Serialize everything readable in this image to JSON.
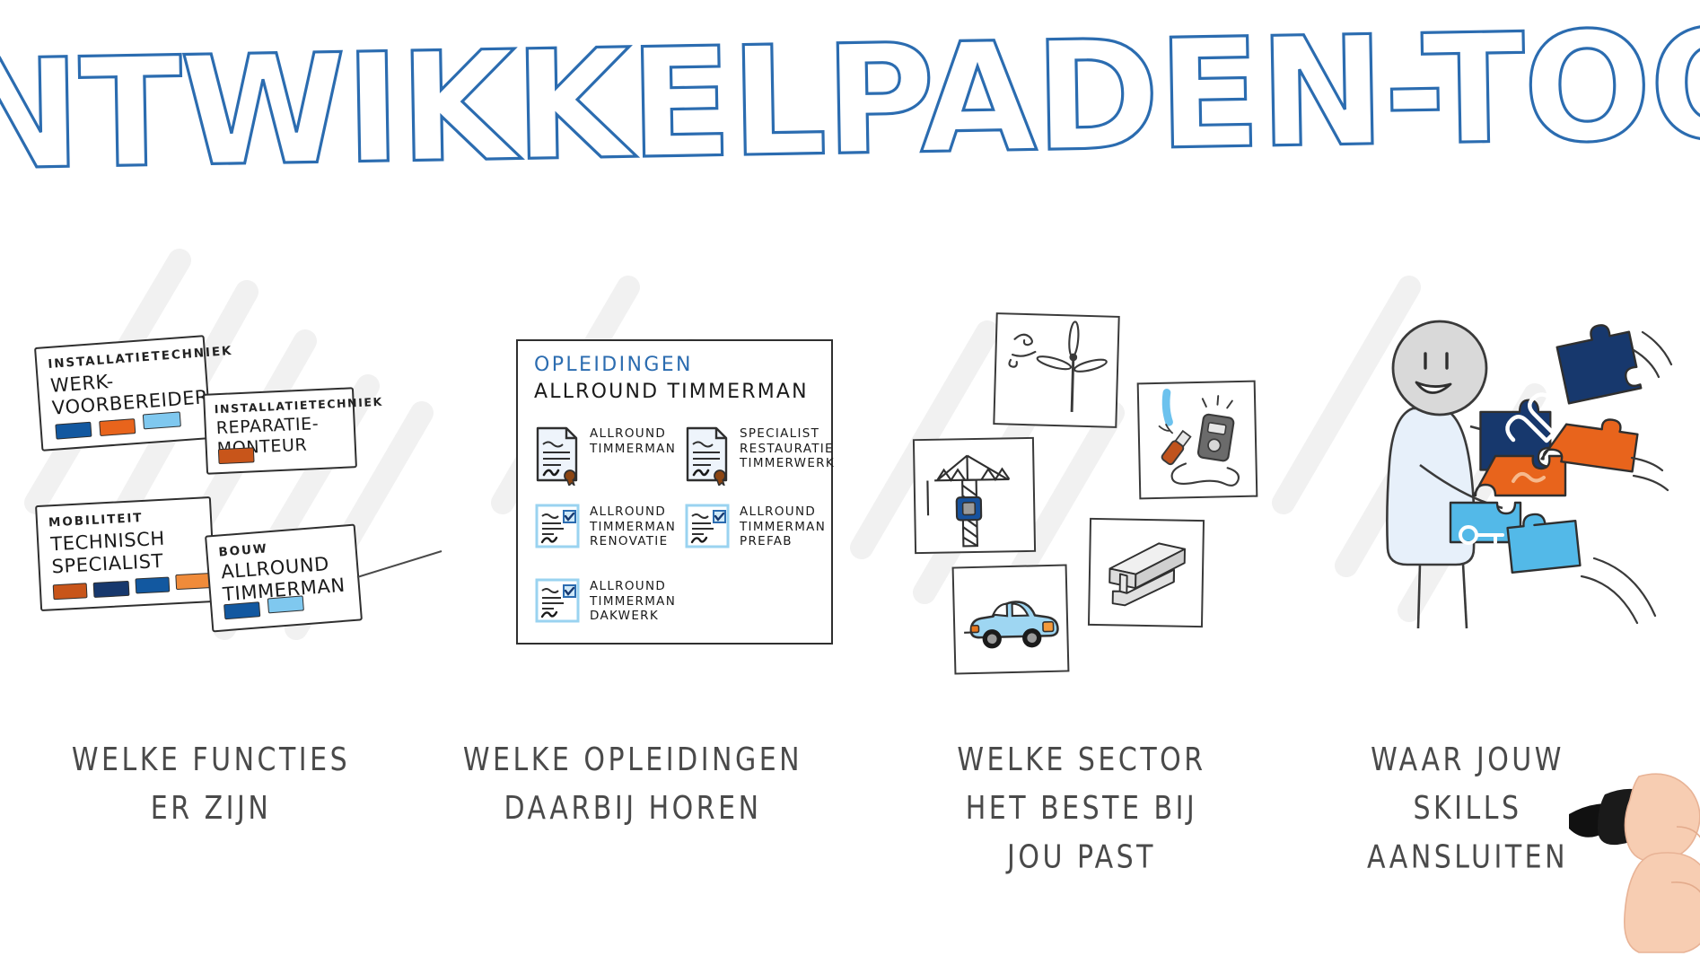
{
  "page": {
    "title": "ONTWIKKELPADEN-TOOL",
    "background_color": "#ffffff",
    "accent_blue": "#2b6cb0",
    "accent_orange": "#e8641c",
    "accent_navy": "#1b3a6b",
    "accent_lightblue": "#7fc8ef"
  },
  "columns": [
    {
      "caption": "WELKE FUNCTIES\nER ZIJN"
    },
    {
      "caption": "WELKE OPLEIDINGEN\nDAARBIJ HOREN"
    },
    {
      "caption": "WELKE SECTOR\nHET BESTE BIJ\nJOU PAST"
    },
    {
      "caption": "WAAR JOUW\nSKILLS\nAANSLUITEN"
    }
  ],
  "function_cards": [
    {
      "sector": "INSTALLATIETECHNIEK",
      "role": "WERK-\nVOORBEREIDER",
      "tags": [
        "#1258a0",
        "#e8641c",
        "#7fc8ef"
      ]
    },
    {
      "sector": "INSTALLATIETECHNIEK",
      "role": "REPARATIE-\nMONTEUR",
      "tags": [
        "#c8551a"
      ]
    },
    {
      "sector": "MOBILITEIT",
      "role": "TECHNISCH\nSPECIALIST",
      "tags": [
        "#c8551a",
        "#17386d",
        "#1258a0",
        "#f08b3a"
      ]
    },
    {
      "sector": "BOUW",
      "role": "ALLROUND\nTIMMERMAN",
      "tags": [
        "#1258a0",
        "#7fc8ef"
      ]
    }
  ],
  "opleidingen_panel": {
    "title": "OPLEIDINGEN",
    "subtitle": "ALLROUND TIMMERMAN",
    "courses": [
      {
        "label": "ALLROUND\nTIMMERMAN",
        "icon": "diploma-icon"
      },
      {
        "label": "SPECIALIST\nRESTAURATIE\nTIMMERWERK",
        "icon": "diploma-icon"
      },
      {
        "label": "ALLROUND\nTIMMERMAN\nRENOVATIE",
        "icon": "certificate-icon"
      },
      {
        "label": "ALLROUND\nTIMMERMAN\nPREFAB",
        "icon": "certificate-icon"
      },
      {
        "label": "ALLROUND\nTIMMERMAN\nDAKWERK",
        "icon": "certificate-icon"
      }
    ]
  },
  "sector_tiles": [
    {
      "name": "windmill-tile",
      "icon": "wind-turbine-icon"
    },
    {
      "name": "electrical-tile",
      "icon": "screwdriver-multimeter-icon"
    },
    {
      "name": "crane-tile",
      "icon": "construction-crane-icon"
    },
    {
      "name": "steel-beam-tile",
      "icon": "i-beam-icon"
    },
    {
      "name": "car-tile",
      "icon": "car-icon"
    }
  ],
  "skills_scene": {
    "person": "smiling-person",
    "held_pieces": [
      {
        "color": "#17386d",
        "icon": "wrench-icon"
      },
      {
        "color": "#e8641c",
        "icon": "puzzle-icon"
      },
      {
        "color": "#53b9e8",
        "icon": "key-icon"
      }
    ],
    "flying_pieces": [
      {
        "color": "#17386d"
      },
      {
        "color": "#e8641c"
      },
      {
        "color": "#53b9e8"
      }
    ]
  },
  "drawing_hand": {
    "name": "hand-with-marker",
    "marker_color": "#111111",
    "skin_color": "#f5c9ae"
  }
}
